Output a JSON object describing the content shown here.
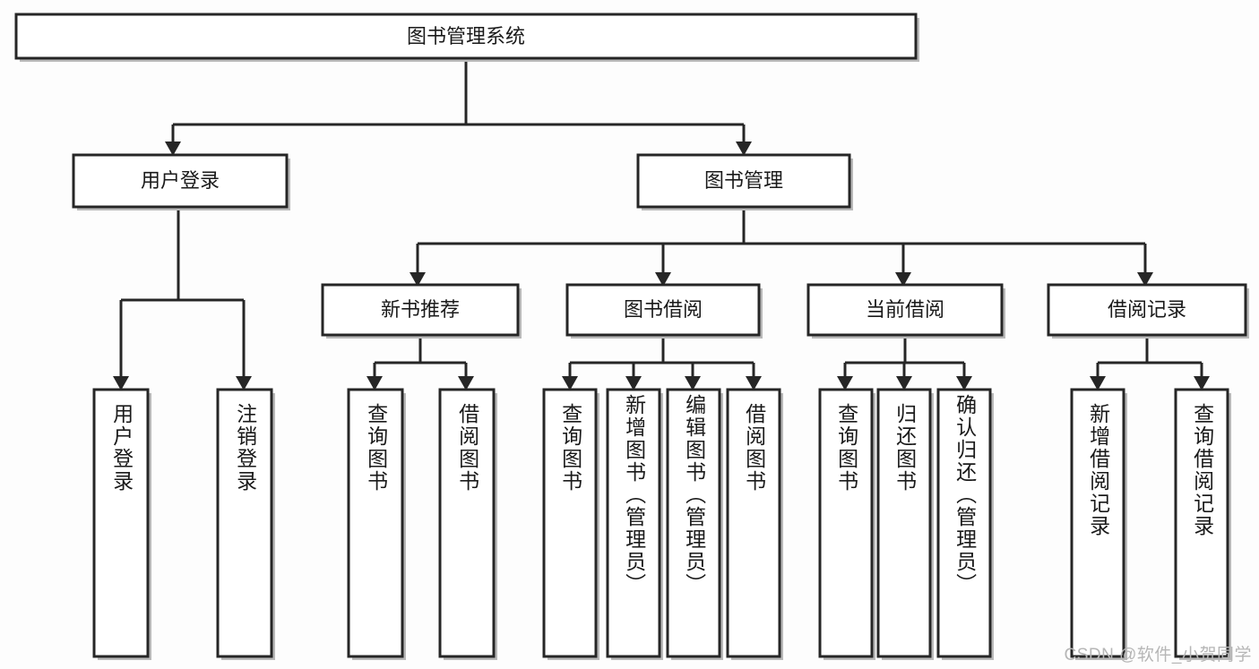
{
  "diagram": {
    "type": "tree-hierarchy",
    "title": "图书管理系统",
    "watermark": "CSDN @软件_小贺同学",
    "colors": {
      "stroke": "#262626",
      "box_fill": "#ffffff",
      "shadow": "#b9b9b9",
      "text": "#1a1a1a",
      "watermark": "#b6b6b6",
      "background": "#fdfdfd"
    },
    "root": {
      "label": "图书管理系统"
    },
    "level1": [
      {
        "label": "用户登录"
      },
      {
        "label": "图书管理"
      }
    ],
    "level2": [
      {
        "label": "新书推荐"
      },
      {
        "label": "图书借阅"
      },
      {
        "label": "当前借阅"
      },
      {
        "label": "借阅记录"
      }
    ],
    "leaves": {
      "user_login": [
        {
          "label": "用户登录"
        },
        {
          "label": "注销登录"
        }
      ],
      "new_book_recommend": [
        {
          "label": "查询图书"
        },
        {
          "label": "借阅图书"
        }
      ],
      "book_borrow": [
        {
          "label": "查询图书"
        },
        {
          "label": "新增图书（管理员）"
        },
        {
          "label": "编辑图书（管理员）"
        },
        {
          "label": "借阅图书"
        }
      ],
      "current_borrow": [
        {
          "label": "查询图书"
        },
        {
          "label": "归还图书"
        },
        {
          "label": "确认归还（管理员）"
        }
      ],
      "borrow_records": [
        {
          "label": "新增借阅记录"
        },
        {
          "label": "查询借阅记录"
        }
      ]
    }
  }
}
